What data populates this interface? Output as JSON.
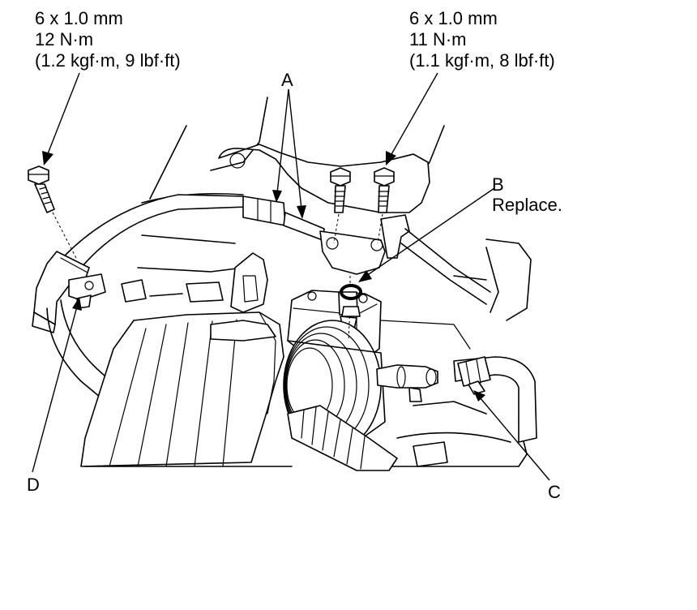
{
  "callouts": {
    "left_bolt": {
      "size": "6 x 1.0 mm",
      "torque": "12 N·m",
      "torque_alt": "(1.2 kgf·m, 9 lbf·ft)"
    },
    "right_bolts": {
      "size": "6 x 1.0 mm",
      "torque": "11 N·m",
      "torque_alt": "(1.1 kgf·m, 8 lbf·ft)"
    },
    "part_a": "A",
    "part_b": "B",
    "part_b_note": "Replace.",
    "part_c": "C",
    "part_d": "D"
  },
  "icons": [
    "bolt",
    "o-ring",
    "hose-clamp",
    "pipe-bracket",
    "pulley",
    "power-steering-pump"
  ],
  "colors": {
    "line": "#000000",
    "background": "#ffffff"
  }
}
